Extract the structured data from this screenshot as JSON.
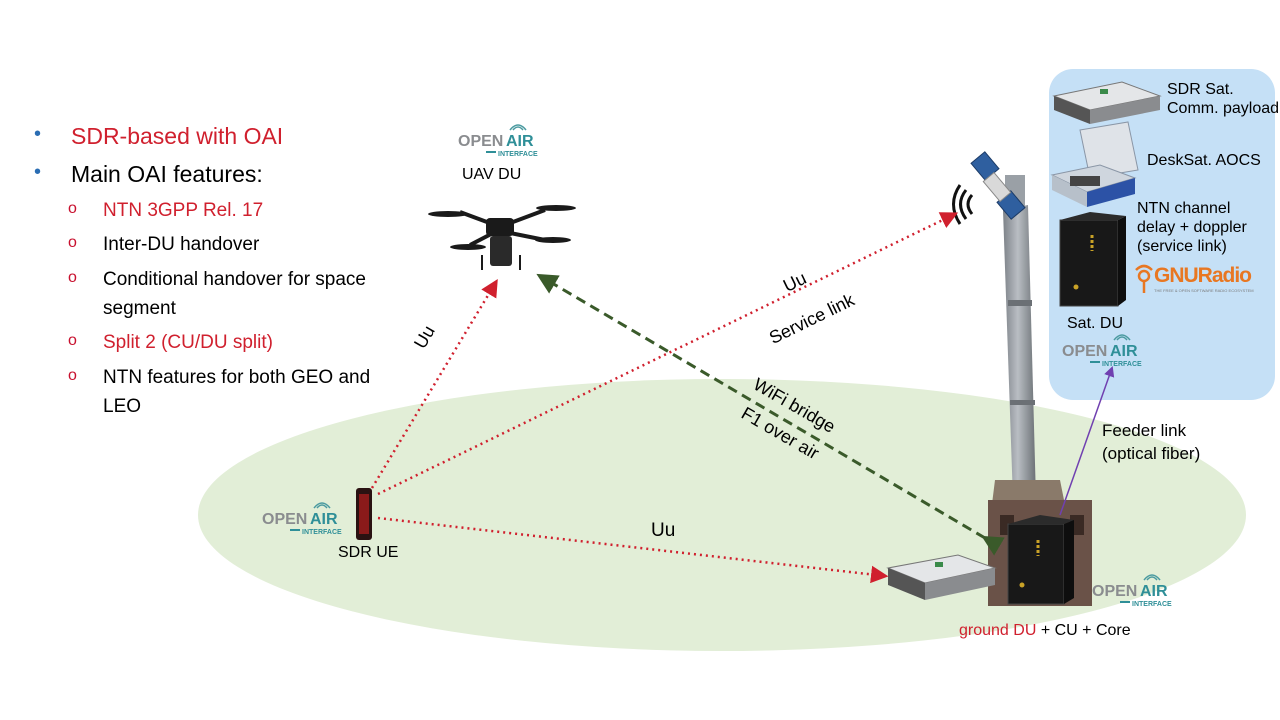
{
  "bullets": {
    "main": [
      "SDR-based with OAI",
      "Main OAI features:"
    ],
    "sub": [
      "NTN 3GPP Rel. 17",
      "Inter-DU handover",
      "Conditional handover for space segment",
      "Split 2 (CU/DU split)",
      "NTN features for both GEO and LEO"
    ]
  },
  "labels": {
    "uav_du": "UAV DU",
    "sdr_ue": "SDR UE",
    "uu_ue_uav": "Uu",
    "uu_service": "Uu",
    "service_link": "Service link",
    "wifi_bridge": "WiFi bridge",
    "f1_over_air": "F1 over air",
    "uu_ground": "Uu",
    "feeder_link": "Feeder link",
    "optical_fiber": "(optical fiber)",
    "ground_du": "ground DU",
    "cu_core": " + CU + Core",
    "sdr_sat_1": "SDR Sat.",
    "sdr_sat_2": "Comm. payload",
    "desksat": "DeskSat. AOCS",
    "ntn_ch_1": "NTN channel",
    "ntn_ch_2": "delay + doppler",
    "ntn_ch_3": "(service link)",
    "sat_du": "Sat. DU"
  },
  "logos": {
    "oai_open": "OPEN",
    "oai_air": "AIR",
    "oai_interface": "INTERFACE",
    "gnuradio": "GNURadio",
    "gnuradio_tag": "THE FREE & OPEN SOFTWARE RADIO ECOSYSTEM"
  },
  "colors": {
    "accent_red": "#d0202e",
    "bullet_blue": "#2a6db3",
    "ground_ellipse": "#e2eed7",
    "sat_panel": "#c5e0f6",
    "radio_link": "#d0202e",
    "f1_link": "#3a5a2a",
    "feeder_link": "#7040b0"
  }
}
